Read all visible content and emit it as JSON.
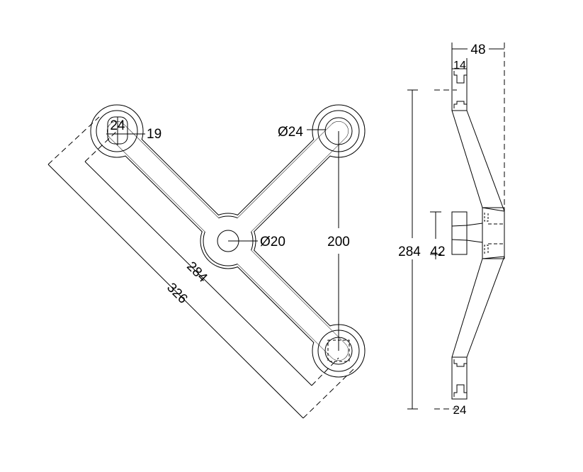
{
  "front_view": {
    "dim_diagonal_outer": "326",
    "dim_diagonal_inner": "284",
    "dim_slot_width": "24",
    "dim_slot_height": "19",
    "dim_hole_top": "Ø24",
    "dim_hole_center": "Ø20",
    "dim_vertical": "200"
  },
  "side_view": {
    "dim_depth": "48",
    "dim_plate_thickness": "14",
    "dim_height": "284",
    "dim_hub": "42",
    "dim_bottom": "24"
  }
}
